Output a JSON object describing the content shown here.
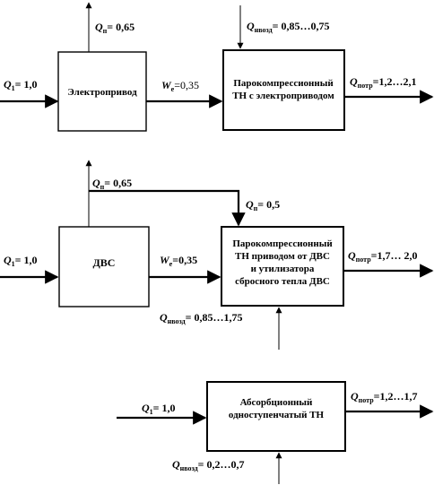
{
  "diagram1": {
    "q_in": {
      "sym": "Q",
      "sub": "1",
      "val": "= 1,0"
    },
    "q_loss": {
      "sym": "Q",
      "sub": "п",
      "val": "= 0,65"
    },
    "q_env": {
      "sym": "Q",
      "sub": "нвозд",
      "val": "= 0,85…0,75"
    },
    "w": {
      "sym": "W",
      "sub": "e",
      "val": "=0,35"
    },
    "q_out": {
      "sym": "Q",
      "sub": "потр",
      "val": "=1,2…2,1"
    },
    "box1": [
      "Электропривод"
    ],
    "box2": [
      "Парокомпрессионный",
      "ТН с электроприводом"
    ]
  },
  "diagram2": {
    "q_in": {
      "sym": "Q",
      "sub": "1",
      "val": "= 1,0"
    },
    "q_loss": {
      "sym": "Q",
      "sub": "п",
      "val": "= 0,65"
    },
    "q_recov": {
      "sym": "Q",
      "sub": "п",
      "val": "= 0,5"
    },
    "w": {
      "sym": "W",
      "sub": "e",
      "val": "=0,35"
    },
    "q_out": {
      "sym": "Q",
      "sub": "потр",
      "val": "=1,7… 2,0"
    },
    "q_env": {
      "sym": "Q",
      "sub": "нвозд",
      "val": "= 0,85…1,75"
    },
    "box1": [
      "ДВС"
    ],
    "box2": [
      "Парокомпрессионный",
      "ТН приводом от ДВС",
      "и утилизатора",
      "сбросного тепла ДВС"
    ]
  },
  "diagram3": {
    "q_in": {
      "sym": "Q",
      "sub": "1",
      "val": "= 1,0"
    },
    "q_out": {
      "sym": "Q",
      "sub": "потр",
      "val": "=1,2…1,7"
    },
    "q_env": {
      "sym": "Q",
      "sub": "нвозд",
      "val": "= 0,2…0,7"
    },
    "box1": [
      "Абсорбционный",
      "одноступенчатый ТН"
    ]
  }
}
